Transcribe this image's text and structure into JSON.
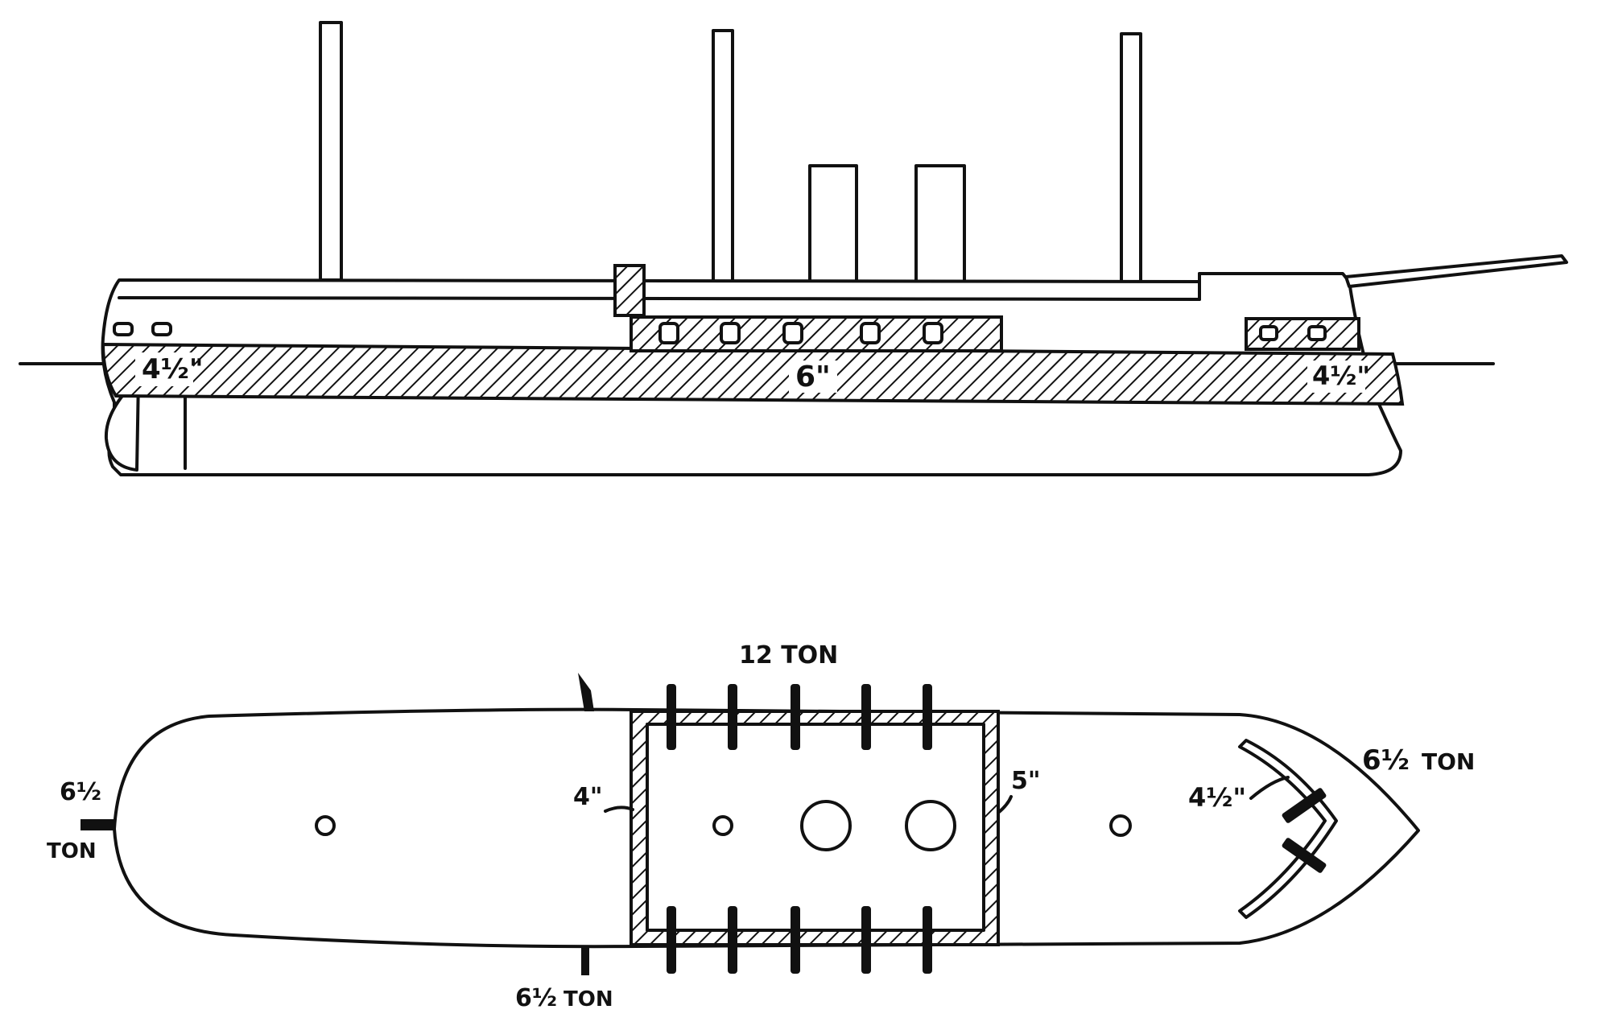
{
  "figure": {
    "profile_labels": {
      "stern_belt": "4½\"",
      "main_belt": "6\"",
      "bow_belt": "4½\""
    },
    "plan_labels": {
      "broadside_guns": "12 TON",
      "bow_gun_value": "6½",
      "bow_gun_unit": "TON",
      "stern_gun_value": "6½",
      "stern_gun_unit": "TON",
      "bottom_gun_value": "6½",
      "bottom_gun_unit": "TON",
      "battery_aft_armor": "4\"",
      "battery_fwd_armor": "5\"",
      "bow_bulkhead_armor": "4½\""
    },
    "colors": {
      "ink": "#111111",
      "paper": "#ffffff"
    }
  }
}
